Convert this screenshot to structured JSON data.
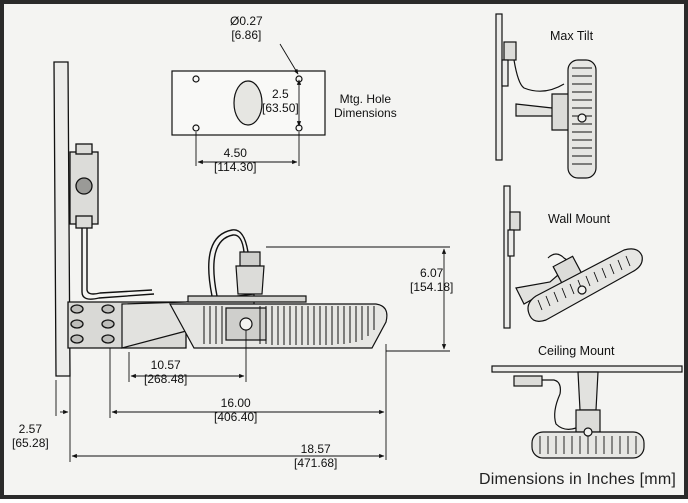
{
  "mounting_plate": {
    "hole_diameter_in": "Ø0.27",
    "hole_diameter_mm": "[6.86]",
    "hole_spacing_v_in": "2.5",
    "hole_spacing_v_mm": "[63.50]",
    "caption_line1": "Mtg. Hole",
    "caption_line2": "Dimensions",
    "hole_spacing_h_in": "4.50",
    "hole_spacing_h_mm": "[114.30]"
  },
  "side_view": {
    "height_in": "6.07",
    "height_mm": "[154.18]",
    "center_offset_in": "10.57",
    "center_offset_mm": "[268.48]",
    "fixture_extent_in": "16.00",
    "fixture_extent_mm": "[406.40]",
    "bracket_depth_in": "2.57",
    "bracket_depth_mm": "[65.28]",
    "overall_length_in": "18.57",
    "overall_length_mm": "[471.68]"
  },
  "views": {
    "max_tilt": "Max Tilt",
    "wall_mount": "Wall Mount",
    "ceiling_mount": "Ceiling Mount"
  },
  "footer": "Dimensions in Inches [mm]"
}
